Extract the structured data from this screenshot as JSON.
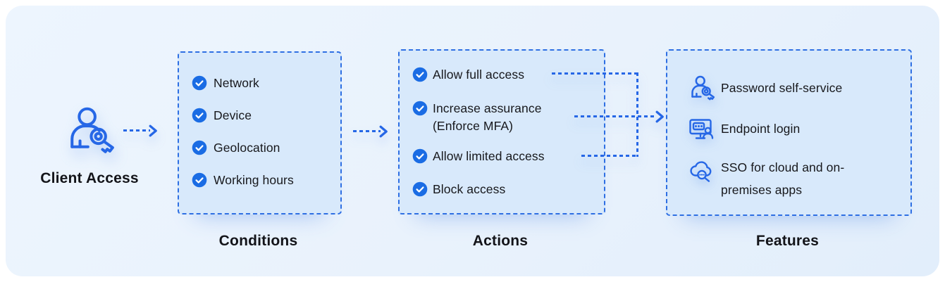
{
  "client": {
    "label": "Client Access",
    "icon": "user-search-icon"
  },
  "sections": {
    "conditions": {
      "title": "Conditions",
      "items": [
        "Network",
        "Device",
        "Geolocation",
        "Working hours"
      ]
    },
    "actions": {
      "title": "Actions",
      "items": [
        "Allow full access",
        "Increase assurance (Enforce MFA)",
        "Allow limited access",
        "Block access"
      ]
    },
    "features": {
      "title": "Features",
      "items": [
        {
          "icon": "user-search-icon",
          "label": "Password self-service"
        },
        {
          "icon": "endpoint-login-icon",
          "label": "Endpoint login"
        },
        {
          "icon": "cloud-sso-icon",
          "label": "SSO for cloud and on-premises apps"
        }
      ]
    }
  },
  "colors": {
    "accent": "#2667e6",
    "dashed_border": "#2e6fe3",
    "badge": "#1a6ce4",
    "box_fill": "#d8e9fb",
    "card_background": "#e9f2fc",
    "text": "#17181c"
  }
}
